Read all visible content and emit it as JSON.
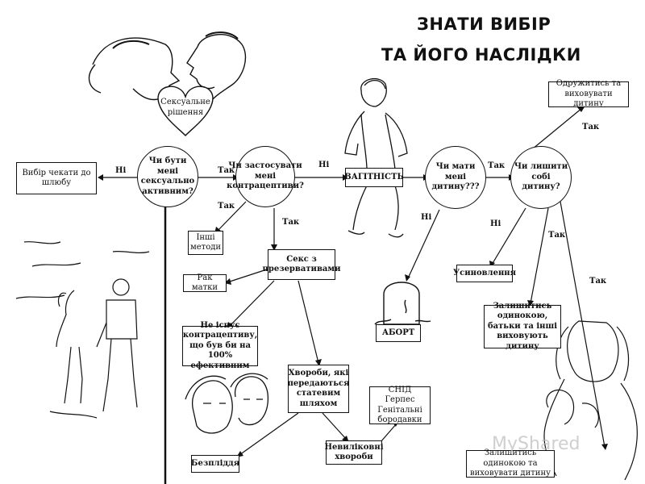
{
  "title": {
    "line1": "ЗНАТИ ВИБІР",
    "line2": "ТА ЙОГО НАСЛІДКИ"
  },
  "heart": "Сексуальне рішення",
  "nodes": {
    "q_active": "Чи бути мені сексуально активним?",
    "q_contraception": "Чи застосувати мені контрацептиви?",
    "pregnancy": "ВАГІТНІСТЬ",
    "q_have_child": "Чи мати мені дитину???",
    "q_keep_child": "Чи лишити собі дитину?",
    "wait_marriage": "Вибір чекати до шлюбу",
    "other_methods": "Інші методи",
    "condom_sex": "Секс з презервативами",
    "cervical_cancer": "Рак матки",
    "no_contraceptive": "Не існує контрацептиву, що був би на 100% ефективним",
    "std": "Хвороби, які передаються статевим шляхом",
    "aids": "СНІД Герпес Генітальні бородавки",
    "incurable": "Невиліковні хвороби",
    "infertility": "Безпліддя",
    "abortion": "АБОРТ",
    "adoption": "Усиновлення",
    "marry": "Одружитись та виховувати дитину",
    "single_parents": "Залишитись одинокою, батьки та інші виховують дитину",
    "single_raise": "Залишитись одинокою та виховувати дитину"
  },
  "labels": {
    "yes": "Так",
    "no": "Ні"
  },
  "watermark": "MyShared"
}
